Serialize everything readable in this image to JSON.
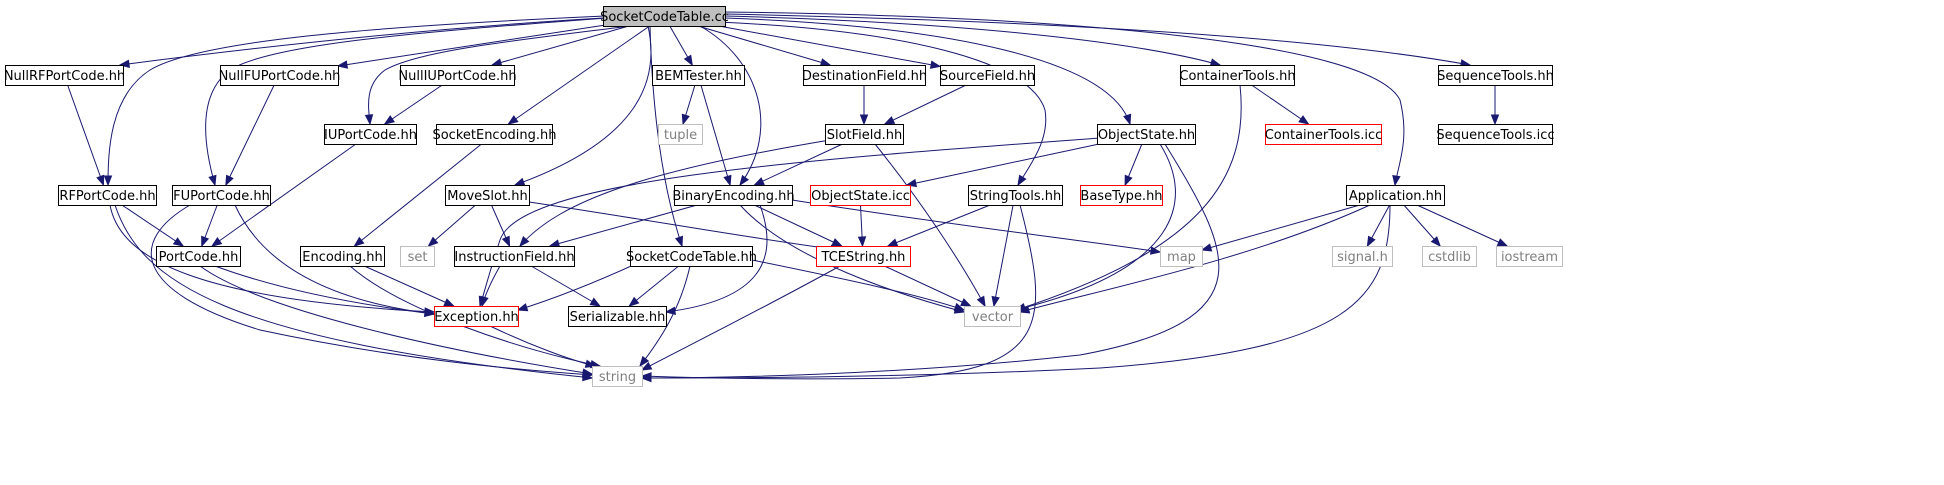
{
  "colors": {
    "edge": "#191970",
    "normal_border": "#000000",
    "missing_border": "#bfbfbf",
    "missing_text": "#808080",
    "incomplete_border": "#ff0000",
    "root_fill": "#bfbfbf",
    "fill": "#ffffff",
    "text": "#000000"
  },
  "nodes": [
    {
      "id": "SocketCodeTable.cc",
      "kind": "root"
    },
    {
      "id": "NullRFPortCode.hh",
      "kind": "normal"
    },
    {
      "id": "NullFUPortCode.hh",
      "kind": "normal"
    },
    {
      "id": "NullIUPortCode.hh",
      "kind": "normal"
    },
    {
      "id": "BEMTester.hh",
      "kind": "normal"
    },
    {
      "id": "DestinationField.hh",
      "kind": "normal"
    },
    {
      "id": "SourceField.hh",
      "kind": "normal"
    },
    {
      "id": "ContainerTools.hh",
      "kind": "normal"
    },
    {
      "id": "SequenceTools.hh",
      "kind": "normal"
    },
    {
      "id": "tuple",
      "kind": "missing"
    },
    {
      "id": "IUPortCode.hh",
      "kind": "normal"
    },
    {
      "id": "SocketEncoding.hh",
      "kind": "normal"
    },
    {
      "id": "SlotField.hh",
      "kind": "normal"
    },
    {
      "id": "ObjectState.hh",
      "kind": "normal"
    },
    {
      "id": "ContainerTools.icc",
      "kind": "incomplete"
    },
    {
      "id": "SequenceTools.icc",
      "kind": "normal"
    },
    {
      "id": "RFPortCode.hh",
      "kind": "normal"
    },
    {
      "id": "FUPortCode.hh",
      "kind": "normal"
    },
    {
      "id": "MoveSlot.hh",
      "kind": "normal"
    },
    {
      "id": "BinaryEncoding.hh",
      "kind": "normal"
    },
    {
      "id": "ObjectState.icc",
      "kind": "incomplete"
    },
    {
      "id": "StringTools.hh",
      "kind": "normal"
    },
    {
      "id": "BaseType.hh",
      "kind": "incomplete"
    },
    {
      "id": "Application.hh",
      "kind": "normal"
    },
    {
      "id": "PortCode.hh",
      "kind": "normal"
    },
    {
      "id": "Encoding.hh",
      "kind": "normal"
    },
    {
      "id": "set",
      "kind": "missing"
    },
    {
      "id": "InstructionField.hh",
      "kind": "normal"
    },
    {
      "id": "SocketCodeTable.hh",
      "kind": "normal"
    },
    {
      "id": "TCEString.hh",
      "kind": "incomplete"
    },
    {
      "id": "map",
      "kind": "missing"
    },
    {
      "id": "signal.h",
      "kind": "missing"
    },
    {
      "id": "cstdlib",
      "kind": "missing"
    },
    {
      "id": "iostream",
      "kind": "missing"
    },
    {
      "id": "Exception.hh",
      "kind": "incomplete"
    },
    {
      "id": "Serializable.hh",
      "kind": "normal"
    },
    {
      "id": "vector",
      "kind": "missing"
    },
    {
      "id": "string",
      "kind": "missing"
    }
  ],
  "edges": [
    [
      "SocketCodeTable.cc",
      "NullRFPortCode.hh"
    ],
    [
      "SocketCodeTable.cc",
      "NullFUPortCode.hh"
    ],
    [
      "SocketCodeTable.cc",
      "NullIUPortCode.hh"
    ],
    [
      "SocketCodeTable.cc",
      "BEMTester.hh"
    ],
    [
      "SocketCodeTable.cc",
      "DestinationField.hh"
    ],
    [
      "SocketCodeTable.cc",
      "SourceField.hh"
    ],
    [
      "SocketCodeTable.cc",
      "ContainerTools.hh"
    ],
    [
      "SocketCodeTable.cc",
      "SequenceTools.hh"
    ],
    [
      "SocketCodeTable.cc",
      "IUPortCode.hh"
    ],
    [
      "SocketCodeTable.cc",
      "SocketEncoding.hh"
    ],
    [
      "SocketCodeTable.cc",
      "ObjectState.hh"
    ],
    [
      "SocketCodeTable.cc",
      "RFPortCode.hh"
    ],
    [
      "SocketCodeTable.cc",
      "FUPortCode.hh"
    ],
    [
      "SocketCodeTable.cc",
      "MoveSlot.hh"
    ],
    [
      "SocketCodeTable.cc",
      "BinaryEncoding.hh"
    ],
    [
      "SocketCodeTable.cc",
      "StringTools.hh"
    ],
    [
      "SocketCodeTable.cc",
      "Application.hh"
    ],
    [
      "SocketCodeTable.cc",
      "SocketCodeTable.hh"
    ],
    [
      "NullRFPortCode.hh",
      "RFPortCode.hh"
    ],
    [
      "NullFUPortCode.hh",
      "FUPortCode.hh"
    ],
    [
      "NullIUPortCode.hh",
      "IUPortCode.hh"
    ],
    [
      "BEMTester.hh",
      "tuple"
    ],
    [
      "BEMTester.hh",
      "BinaryEncoding.hh"
    ],
    [
      "DestinationField.hh",
      "SlotField.hh"
    ],
    [
      "SourceField.hh",
      "SlotField.hh"
    ],
    [
      "ContainerTools.hh",
      "ContainerTools.icc"
    ],
    [
      "ContainerTools.hh",
      "vector"
    ],
    [
      "SequenceTools.hh",
      "SequenceTools.icc"
    ],
    [
      "IUPortCode.hh",
      "PortCode.hh"
    ],
    [
      "SocketEncoding.hh",
      "Encoding.hh"
    ],
    [
      "SlotField.hh",
      "BinaryEncoding.hh"
    ],
    [
      "SlotField.hh",
      "InstructionField.hh"
    ],
    [
      "SlotField.hh",
      "vector"
    ],
    [
      "ObjectState.hh",
      "ObjectState.icc"
    ],
    [
      "ObjectState.hh",
      "BaseType.hh"
    ],
    [
      "ObjectState.hh",
      "Exception.hh"
    ],
    [
      "ObjectState.hh",
      "vector"
    ],
    [
      "ObjectState.hh",
      "string"
    ],
    [
      "RFPortCode.hh",
      "PortCode.hh"
    ],
    [
      "RFPortCode.hh",
      "Exception.hh"
    ],
    [
      "RFPortCode.hh",
      "string"
    ],
    [
      "FUPortCode.hh",
      "PortCode.hh"
    ],
    [
      "FUPortCode.hh",
      "Exception.hh"
    ],
    [
      "FUPortCode.hh",
      "string"
    ],
    [
      "MoveSlot.hh",
      "set"
    ],
    [
      "MoveSlot.hh",
      "InstructionField.hh"
    ],
    [
      "MoveSlot.hh",
      "TCEString.hh"
    ],
    [
      "BinaryEncoding.hh",
      "InstructionField.hh"
    ],
    [
      "BinaryEncoding.hh",
      "TCEString.hh"
    ],
    [
      "BinaryEncoding.hh",
      "map"
    ],
    [
      "BinaryEncoding.hh",
      "vector"
    ],
    [
      "BinaryEncoding.hh",
      "Serializable.hh"
    ],
    [
      "ObjectState.icc",
      "TCEString.hh"
    ],
    [
      "StringTools.hh",
      "TCEString.hh"
    ],
    [
      "StringTools.hh",
      "vector"
    ],
    [
      "StringTools.hh",
      "string"
    ],
    [
      "Application.hh",
      "map"
    ],
    [
      "Application.hh",
      "signal.h"
    ],
    [
      "Application.hh",
      "cstdlib"
    ],
    [
      "Application.hh",
      "iostream"
    ],
    [
      "Application.hh",
      "vector"
    ],
    [
      "Application.hh",
      "string"
    ],
    [
      "PortCode.hh",
      "Exception.hh"
    ],
    [
      "PortCode.hh",
      "string"
    ],
    [
      "Encoding.hh",
      "Exception.hh"
    ],
    [
      "Encoding.hh",
      "string"
    ],
    [
      "InstructionField.hh",
      "Exception.hh"
    ],
    [
      "InstructionField.hh",
      "Serializable.hh"
    ],
    [
      "SocketCodeTable.hh",
      "Exception.hh"
    ],
    [
      "SocketCodeTable.hh",
      "Serializable.hh"
    ],
    [
      "SocketCodeTable.hh",
      "vector"
    ],
    [
      "SocketCodeTable.hh",
      "string"
    ],
    [
      "TCEString.hh",
      "vector"
    ],
    [
      "TCEString.hh",
      "string"
    ],
    [
      "Exception.hh",
      "string"
    ]
  ]
}
